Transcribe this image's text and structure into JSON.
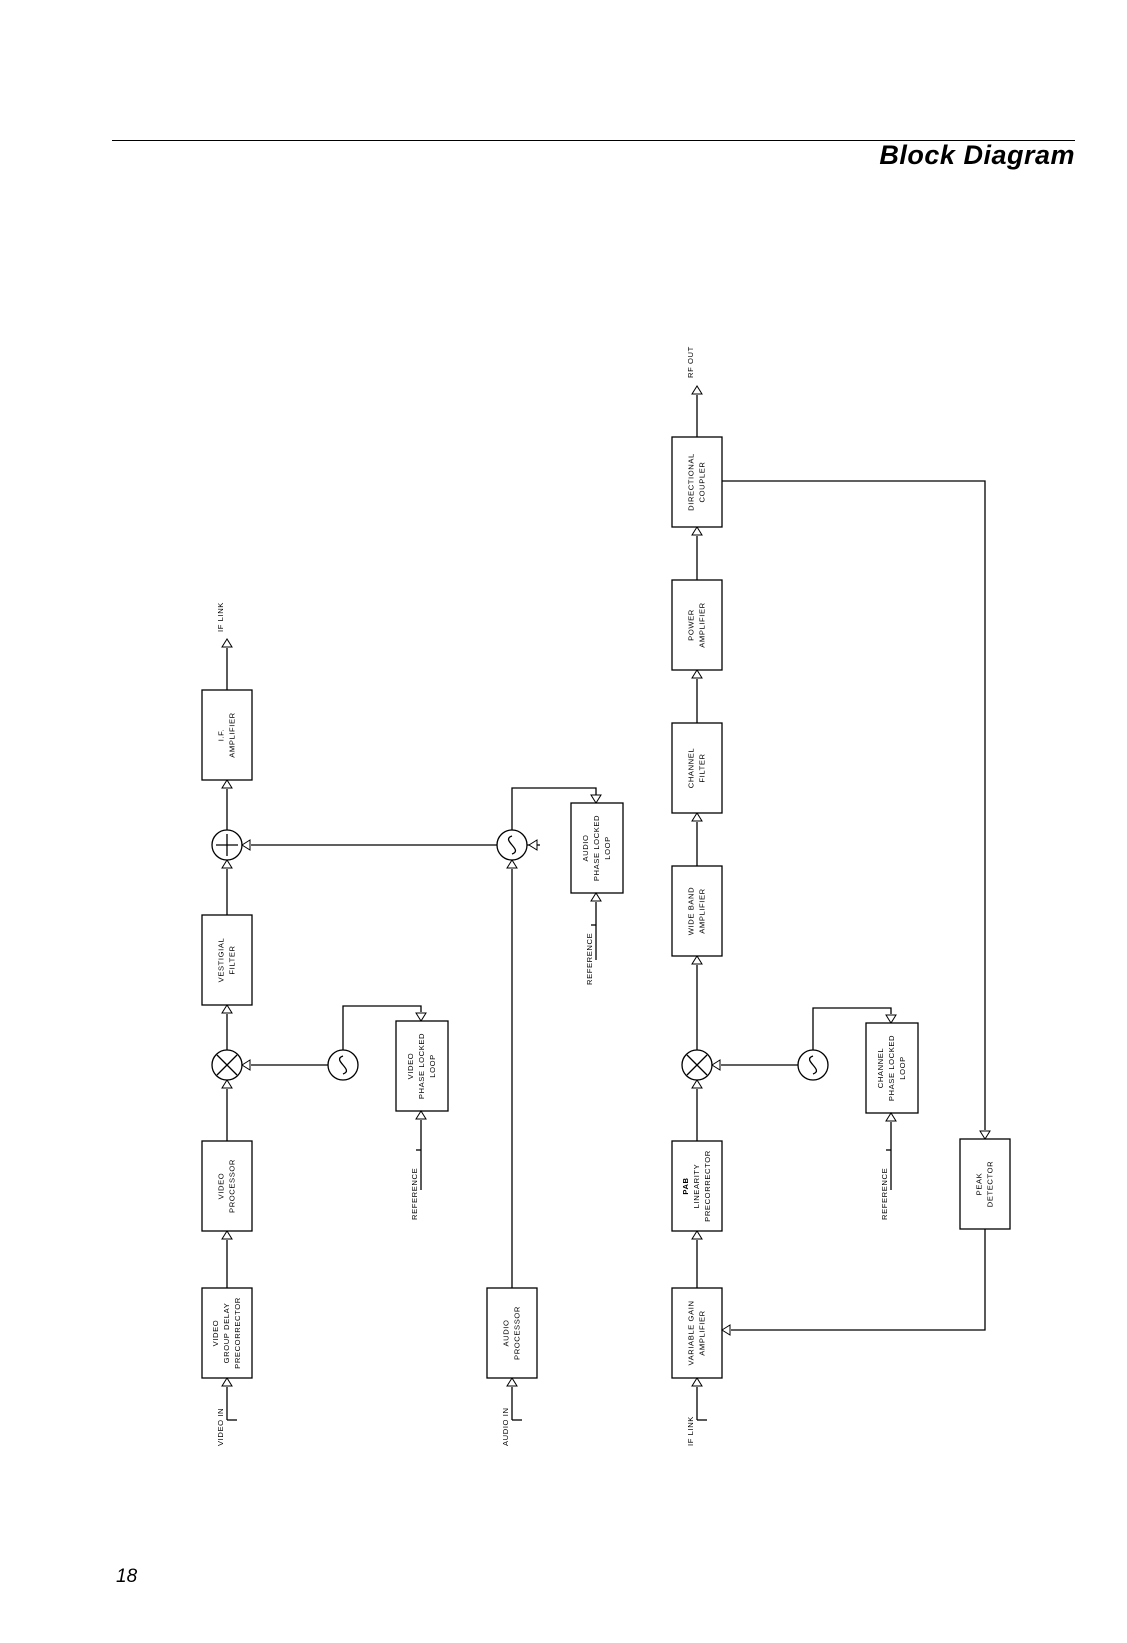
{
  "header": {
    "title": "Block Diagram"
  },
  "footer": {
    "page_number": "18"
  },
  "blocks": {
    "video_group_delay": [
      "VIDEO",
      "GROUP DELAY",
      "PRECORRECTOR"
    ],
    "video_processor": [
      "VIDEO",
      "PROCESSOR"
    ],
    "vestigial_filter": [
      "VESTIGIAL",
      "FILTER"
    ],
    "if_amplifier": [
      "I.F.",
      "AMPLIFIER"
    ],
    "video_pll": [
      "VIDEO",
      "PHASE LOCKED",
      "LOOP"
    ],
    "audio_processor": [
      "AUDIO",
      "PROCESSOR"
    ],
    "audio_pll": [
      "AUDIO",
      "PHASE LOCKED",
      "LOOP"
    ],
    "variable_gain": [
      "VARIABLE GAIN",
      "AMPLIFIER"
    ],
    "pab_linearity": [
      "PAB",
      "LINEARITY",
      "PRECORRECTOR"
    ],
    "wide_band": [
      "WIDE BAND",
      "AMPLIFIER"
    ],
    "channel_filter": [
      "CHANNEL",
      "FILTER"
    ],
    "power_amplifier": [
      "POWER",
      "AMPLIFIER"
    ],
    "directional_coupler": [
      "DIRECTIONAL",
      "COUPLER"
    ],
    "channel_pll": [
      "CHANNEL",
      "PHASE LOCKED",
      "LOOP"
    ],
    "peak_detector": [
      "PEAK",
      "DETECTOR"
    ]
  },
  "signals": {
    "video_in": "VIDEO IN",
    "audio_in": "AUDIO IN",
    "if_link_in": "IF LINK",
    "if_link_out": "IF LINK",
    "rf_out": "RF OUT",
    "reference_video": "REFERENCE",
    "reference_audio": "REFERENCE",
    "reference_channel": "REFERENCE"
  }
}
